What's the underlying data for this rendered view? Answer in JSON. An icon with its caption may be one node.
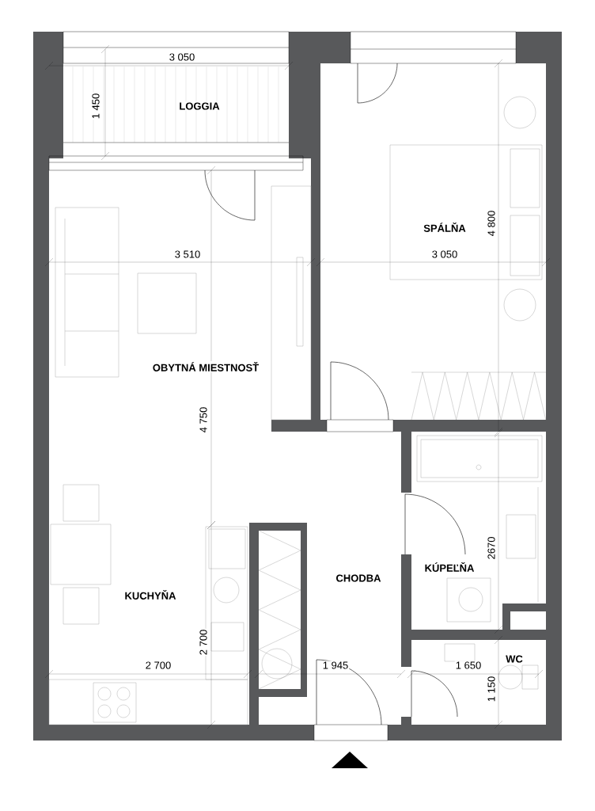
{
  "diagram": {
    "labels": [
      "LOGGIA",
      "3 050",
      "1 450",
      "SPÁLŇA",
      "4 800",
      "3 510",
      "3 050",
      "OBYTNÁ MIESTNOSŤ",
      "4 750",
      "KÚPEĽŇA",
      "2670",
      "CHODBA",
      "KUCHYŇA",
      "2 700",
      "2 700",
      "1 945",
      "1 650",
      "WC",
      "1 150"
    ]
  }
}
